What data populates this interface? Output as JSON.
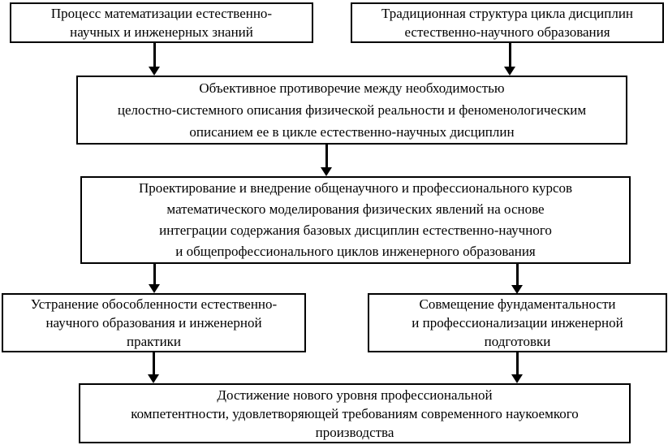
{
  "diagram": {
    "type": "flowchart",
    "language": "ru",
    "colors": {
      "background": "#ffffff",
      "border": "#000000",
      "text": "#000000",
      "arrow": "#000000"
    },
    "boxes": {
      "process": {
        "lines": [
          "Процесс математизации естественно-",
          "научных и инженерных знаний"
        ]
      },
      "traditional": {
        "lines": [
          "Традиционная структура цикла дисциплин",
          "естественно-научного образования"
        ]
      },
      "contradiction": {
        "lines": [
          "Объективное противоречие между необходимостью",
          "целостно-системного описания физической реальности и феноменологическим",
          "описанием ее в цикле естественно-научных дисциплин"
        ]
      },
      "design": {
        "lines": [
          "Проектирование и внедрение общенаучного и профессионального курсов",
          "математического моделирования физических явлений на основе",
          "интеграции содержания базовых дисциплин естественно-научного",
          "и общепрофессионального циклов инженерного образования"
        ]
      },
      "elimination": {
        "lines": [
          "Устранение обособленности естественно-",
          "научного образования и инженерной",
          "практики"
        ]
      },
      "combination": {
        "lines": [
          "Совмещение фундаментальности",
          "и профессионализации инженерной",
          "подготовки"
        ]
      },
      "achievement": {
        "lines": [
          "Достижение нового уровня профессиональной",
          "компетентности, удовлетворяющей требованиям современного наукоемкого",
          "производства"
        ]
      }
    }
  }
}
